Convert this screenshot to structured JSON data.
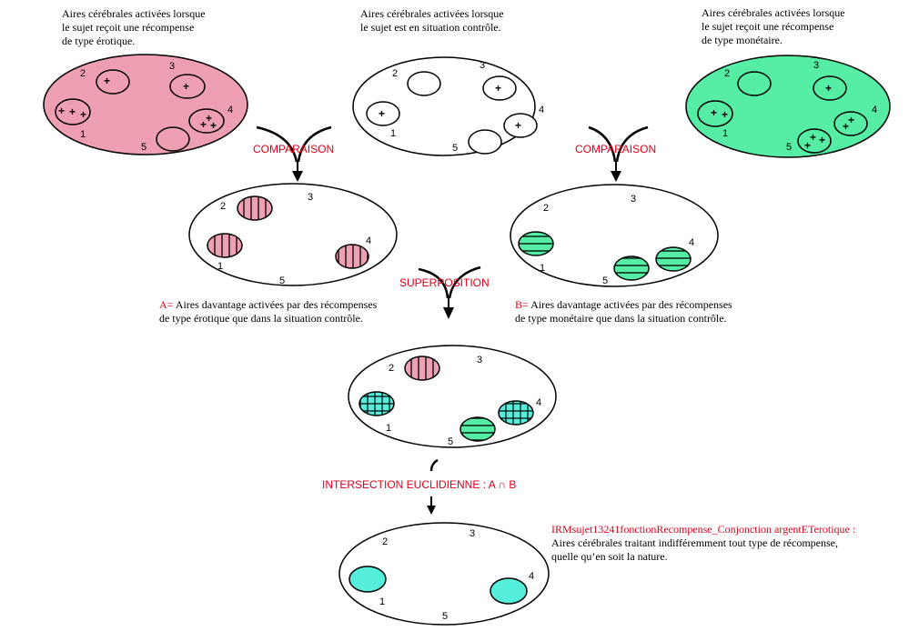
{
  "captions": {
    "erotic": [
      "Aires cérébrales activées lorsque",
      "le sujet reçoit une récompense",
      "de type érotique."
    ],
    "control": [
      "Aires cérébrales activées lorsque",
      "le sujet est en situation contrôle."
    ],
    "monetary": [
      "Aires cérébrales activées lorsque",
      "le sujet reçoit une récompense",
      "de type monétaire."
    ],
    "a_label": "A=",
    "a_text": [
      " Aires  davantage activées par des récompenses",
      "de type érotique que dans la situation contrôle."
    ],
    "b_label": "B=",
    "b_text": [
      " Aires  davantage activées par des récompenses",
      "de type monétaire que dans la situation contrôle."
    ],
    "final_title": "IRMsujet13241fonctionRecompense_Conjonction argentETerotique :",
    "final_text": [
      "Aires  cérébrales traitant indifféremment tout type de récompense,",
      "quelle qu’en soit la nature."
    ]
  },
  "operations": {
    "comparaison_left": "COMPARAISON",
    "comparaison_right": "COMPARAISON",
    "superposition": "SUPERPOSITION",
    "intersection": "INTERSECTION EUCLIDIENNE : A ∩ B"
  },
  "area_numbers": [
    "1",
    "2",
    "3",
    "4",
    "5"
  ],
  "plus_sign": "+",
  "colors": {
    "erotic_fill": "#ee9fb2",
    "monetary_fill": "#55eea4",
    "intersection_fill": "#55eedb",
    "operation_text": "#e0001a",
    "outline": "#000000"
  }
}
